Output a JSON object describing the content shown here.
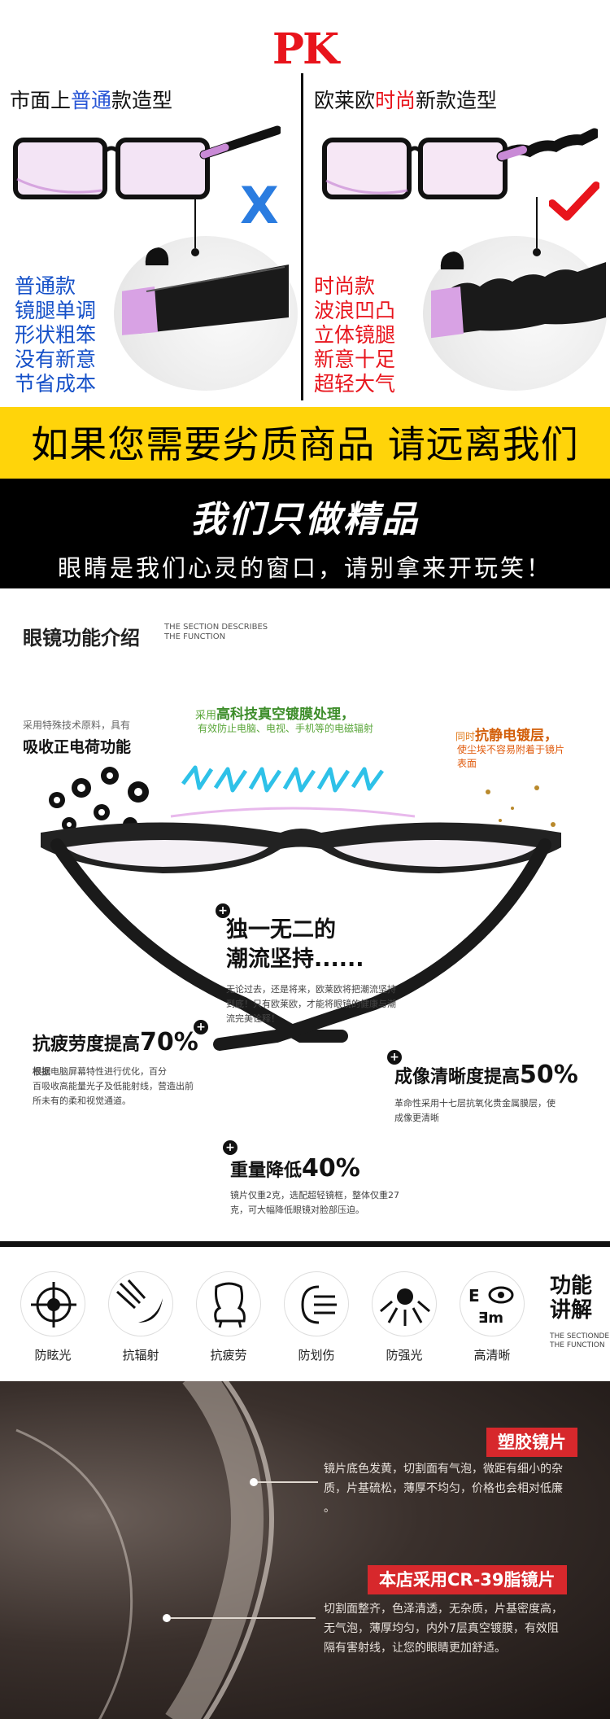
{
  "pk": {
    "title": "PK",
    "left": {
      "title_pre": "市面上",
      "title_hl": "普通",
      "title_post": "款造型",
      "features": [
        "普通款",
        "镜腿单调",
        "形状粗笨",
        "没有新意",
        "节省成本"
      ],
      "mark": "X"
    },
    "right": {
      "title_pre": "欧莱欧",
      "title_hl": "时尚",
      "title_post": "新款造型",
      "features": [
        "时尚款",
        "波浪凹凸",
        "立体镜腿",
        "新意十足",
        "超轻大气"
      ]
    }
  },
  "banner": {
    "line1": "如果您需要劣质商品 请远离我们",
    "line2": "我们只做精品",
    "line3": "眼睛是我们心灵的窗口，请别拿来开玩笑！"
  },
  "function_intro": {
    "title": "眼镜功能介绍",
    "subtitle_l1": "THE SECTION DESCRIBES",
    "subtitle_l2": "THE FUNCTION",
    "absorb": {
      "small": "采用特殊技术原料，具有",
      "big": "吸收正电荷功能"
    },
    "vacuum": {
      "pre": "采用",
      "hl": "高科技真空镀膜处理，",
      "line2": "有效防止电脑、电视、手机等的电磁辐射"
    },
    "antistatic": {
      "pre": "同时",
      "hl": "抗静电镀层，",
      "line2": "使尘埃不容易附着于镜片",
      "line3": "表面"
    },
    "unique": {
      "l1": "独一无二的",
      "l2": "潮流坚持......",
      "desc": [
        "无论过去，还是将来，欧莱欧将把潮流坚持",
        "到底！只有欧莱欧，才能将眼镜的健康与潮",
        "流完美诠释！"
      ]
    },
    "fatigue": {
      "label": "抗疲劳度提高",
      "num": "70%",
      "desc_bold": "根据",
      "desc": [
        "电脑屏幕特性进行优化，百分",
        "百吸收高能量光子及低能射线，营造出前",
        "所未有的柔和视觉通道。"
      ]
    },
    "clarity": {
      "label": "成像清晰度提高",
      "num": "50%",
      "desc": [
        "革命性采用十七层抗氧化贵金属膜层，使",
        "成像更清晰"
      ]
    },
    "weight": {
      "label": "重量降低",
      "num": "40%",
      "desc": [
        "镜片仅重2克，选配超轻镜框，整体仅重27",
        "克，可大幅降低眼镜对脸部压迫。"
      ]
    }
  },
  "icons": {
    "items": [
      {
        "label": "防眩光",
        "icon": "crosshair-icon"
      },
      {
        "label": "抗辐射",
        "icon": "radiation-shield-icon"
      },
      {
        "label": "抗疲劳",
        "icon": "armchair-icon"
      },
      {
        "label": "防划伤",
        "icon": "scratch-icon"
      },
      {
        "label": "防强光",
        "icon": "sun-rays-icon"
      },
      {
        "label": "高清晰",
        "icon": "eye-chart-icon"
      }
    ],
    "title_l1": "功能",
    "title_l2": "讲解",
    "sub_l1": "THE SECTIONDE",
    "sub_l2": "THE FUNCTION"
  },
  "lens": {
    "plastic": {
      "tag": "塑胶镜片",
      "text": [
        "镜片底色发黄，切割面有气泡，微距有细小的杂",
        "质，片基硫松，薄厚不均匀，价格也会相对低廉",
        "。"
      ]
    },
    "cr39": {
      "tag": "本店采用CR-39脂镜片",
      "text": [
        "切割面整齐，色泽清透，无杂质，片基密度高，",
        "无气泡，薄厚均匀，内外7层真空镀膜，有效阻",
        "隔有害射线，让您的眼睛更加舒适。"
      ]
    }
  }
}
